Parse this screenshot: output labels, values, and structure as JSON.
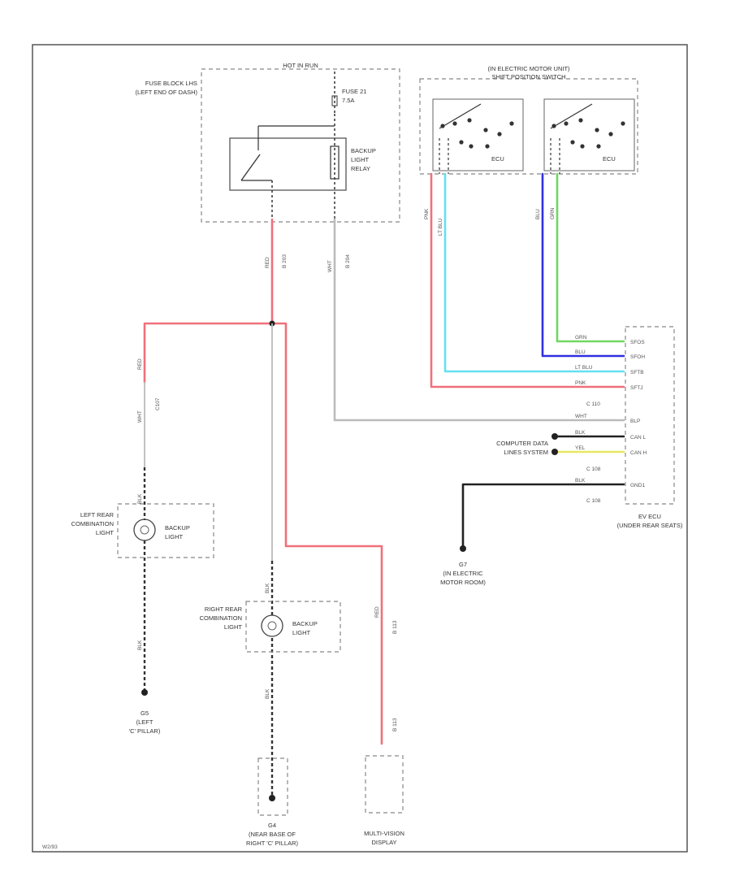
{
  "labels": {
    "hot_in_run": "HOT IN RUN",
    "fuse_block_1": "FUSE BLOCK LHS",
    "fuse_block_2": "(LEFT END OF DASH)",
    "fuse_1": "FUSE 21",
    "fuse_2": "7.5A",
    "relay_1": "BACKUP",
    "relay_2": "LIGHT",
    "relay_3": "RELAY",
    "shift_title_1": "(IN ELECTRIC MOTOR UNIT)",
    "shift_title_2": "SHIFT POSITION SWITCH",
    "ecu_a": "ECU",
    "ecu_b": "ECU",
    "wire_pnk": "PNK",
    "wire_ltblu": "LT BLU",
    "wire_blu": "BLU",
    "wire_grn": "GRN",
    "wire_red_1": "RED",
    "wire_red_2": "RED",
    "wire_red_3": "RED",
    "wire_wht_1": "WHT",
    "wire_wht_2": "WHT",
    "wire_blk_1": "BLK",
    "wire_blk_2": "BLK",
    "wire_blk_3": "BLK",
    "wire_blk_4": "BLK",
    "conn_b203": "B 203",
    "conn_b204": "B 204",
    "conn_c107": "C107",
    "conn_b113_1": "B 113",
    "conn_b113_2": "B 113",
    "ecu_pins": [
      "SFOS",
      "SFOH",
      "SFTB",
      "SFTJ",
      "BLP",
      "CAN L",
      "CAN H",
      "GND1"
    ],
    "ecu_wires": [
      "GRN",
      "BLU",
      "LT BLU",
      "PNK",
      "WHT",
      "BLK",
      "YEL",
      "BLK"
    ],
    "c110": "C 110",
    "c108_1": "C 108",
    "c108_2": "C 108",
    "comp_data_1": "COMPUTER DATA",
    "comp_data_2": "LINES SYSTEM",
    "ev_ecu_1": "EV ECU",
    "ev_ecu_2": "(UNDER REAR SEATS)",
    "g7_1": "G7",
    "g7_2": "(IN ELECTRIC",
    "g7_3": "MOTOR ROOM)",
    "lrcl_1": "LEFT REAR",
    "lrcl_2": "COMBINATION",
    "lrcl_3": "LIGHT",
    "backup_1": "BACKUP",
    "backup_2": "LIGHT",
    "backup_3": "BACKUP",
    "backup_4": "LIGHT",
    "rrcl_1": "RIGHT REAR",
    "rrcl_2": "COMBINATION",
    "rrcl_3": "LIGHT",
    "g5_1": "G5",
    "g5_2": "(LEFT",
    "g5_3": "'C' PILLAR)",
    "g4_1": "G4",
    "g4_2": "(NEAR BASE OF",
    "g4_3": "RIGHT 'C' PILLAR)",
    "md_1": "MULTI-VISION",
    "md_2": "DISPLAY",
    "footer": "W2/93",
    "colors": {
      "red": "#f0707a",
      "cyan": "#66e0f0",
      "blue": "#3030e0",
      "green": "#70d860",
      "gray": "#bbbbbb",
      "black": "#222222",
      "yellow": "#e8e860"
    }
  }
}
